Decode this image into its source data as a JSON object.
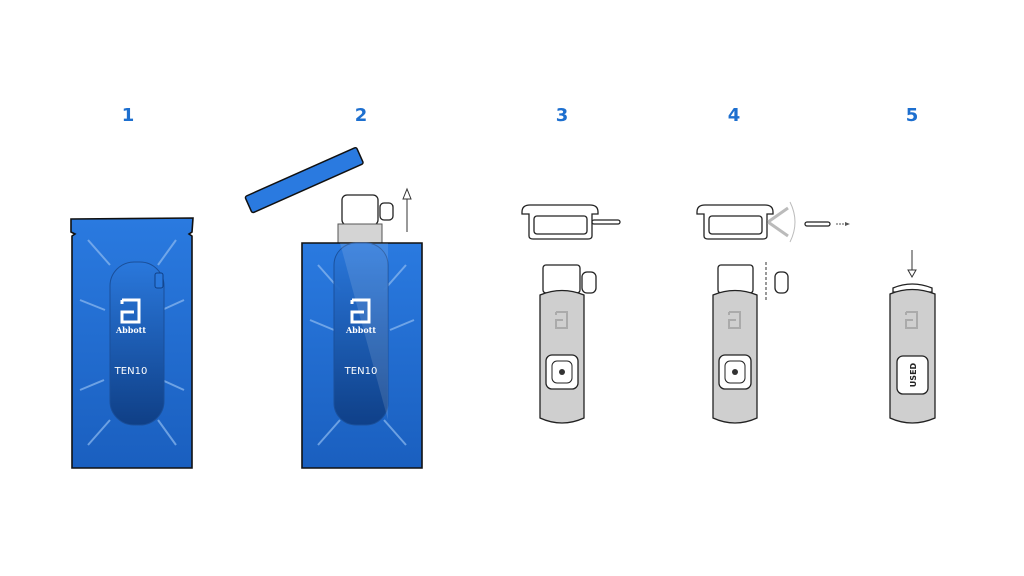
{
  "steps": [
    {
      "number": "1",
      "brand": "Abbott",
      "model": "TEN10"
    },
    {
      "number": "2",
      "brand": "Abbott",
      "model": "TEN10"
    },
    {
      "number": "3"
    },
    {
      "number": "4"
    },
    {
      "number": "5",
      "label": "USED"
    }
  ],
  "colors": {
    "pouch": "#1f6fd6",
    "pouch_dark": "#0f3f86",
    "number": "#1d6fcf",
    "device": "#cfcfcf"
  }
}
